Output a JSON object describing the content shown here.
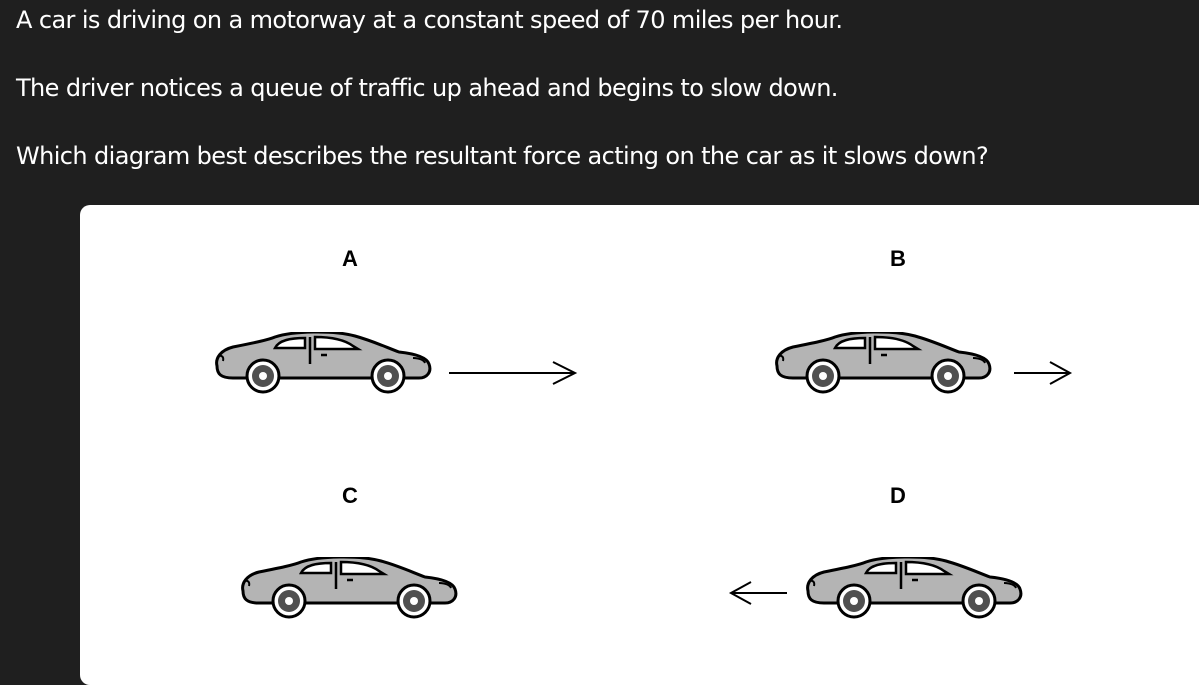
{
  "question": {
    "line1": "A car is driving on a motorway at a constant speed of 70 miles per hour.",
    "line2": "The driver notices a queue of traffic up ahead and begins to slow down.",
    "line3": "Which diagram best describes the resultant force acting on the car as it slows down?"
  },
  "options": [
    {
      "label": "A",
      "arrow": "large-right"
    },
    {
      "label": "B",
      "arrow": "small-right"
    },
    {
      "label": "C",
      "arrow": "none"
    },
    {
      "label": "D",
      "arrow": "small-left"
    }
  ],
  "colors": {
    "background": "#1f1f1f",
    "panel": "#ffffff",
    "car_body": "#b4b4b4"
  }
}
